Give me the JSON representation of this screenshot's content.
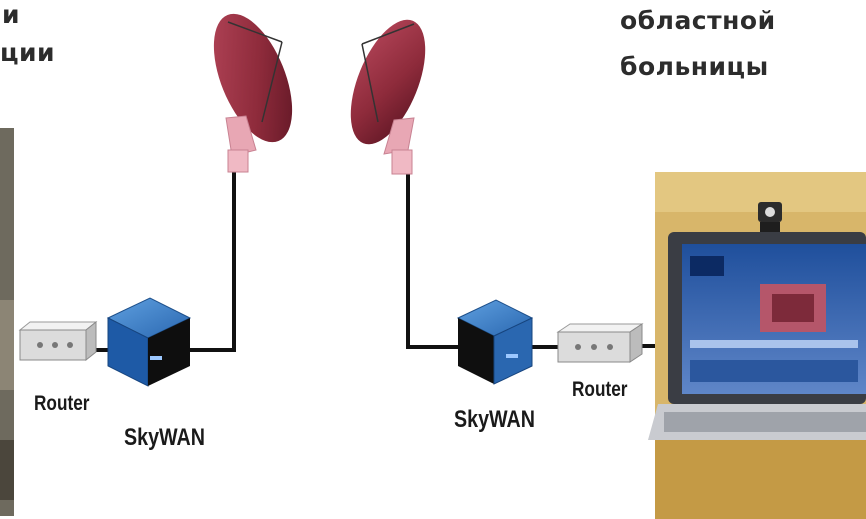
{
  "labels": {
    "left_heading_line1": "и",
    "left_heading_line2": "ции",
    "right_heading_line1": "областной",
    "right_heading_line2": "больницы",
    "router_left": "Router",
    "skywan_left": "SkyWAN",
    "skywan_right": "SkyWAN",
    "router_right": "Router"
  },
  "colors": {
    "dish_maroon": "#8e2b3b",
    "dish_pink": "#e8a7b4",
    "modem_blue": "#2a67b0",
    "cable": "#111111",
    "router_gray": "#d9d9d9"
  },
  "icons": [
    "satellite-dish-icon",
    "skywan-modem-icon",
    "router-icon",
    "laptop-icon",
    "photo-fragment"
  ]
}
